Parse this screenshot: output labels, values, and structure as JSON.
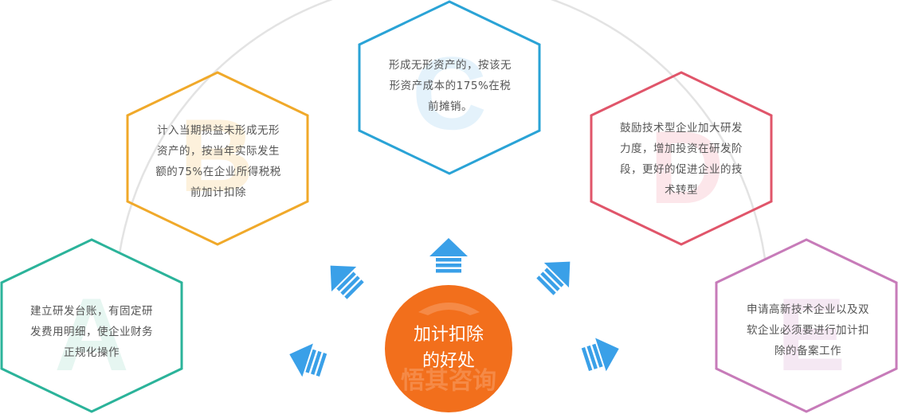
{
  "colors": {
    "hex_a": "#2bb39a",
    "hex_b": "#f0a92a",
    "hex_c": "#2aa3d6",
    "hex_d": "#e0556a",
    "hex_e": "#c77bb9",
    "center": "#f26f1c",
    "arrows": "#3aa0e8",
    "arc": "#e3e3e3"
  },
  "hexagons": [
    {
      "letter": "A",
      "text": "建立研发台账，有固定研\n发费用明细，使企业财务\n正规化操作"
    },
    {
      "letter": "B",
      "text": "计入当期损益未形成无形\n资产的，按当年实际发生\n额的75%在企业所得税税\n前加计扣除"
    },
    {
      "letter": "C",
      "text": "形成无形资产的，按该无\n形资产成本的175%在税\n前摊销。"
    },
    {
      "letter": "D",
      "text": "鼓励技术型企业加大研发\n力度，增加投资在研发阶\n段，更好的促进企业的技\n术转型"
    },
    {
      "letter": "E",
      "text": "申请高新技术企业以及双\n软企业必须要进行加计扣\n除的备案工作"
    }
  ],
  "center": {
    "line1": "加计扣除",
    "line2": "的好处",
    "watermark": "悟其咨询"
  }
}
